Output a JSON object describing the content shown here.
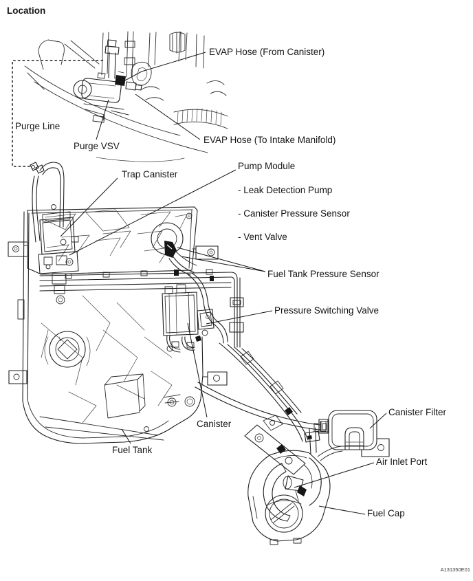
{
  "page": {
    "heading": "Location",
    "figure_code": "A131350E01"
  },
  "colors": {
    "background": "#ffffff",
    "line_art": "#1e1e1e",
    "text": "#141414"
  },
  "labels": {
    "evap_hose_from_canister": "EVAP Hose (From Canister)",
    "purge_line": "Purge Line",
    "purge_vsv": "Purge VSV",
    "evap_hose_to_intake_manifold": "EVAP Hose (To Intake Manifold)",
    "trap_canister": "Trap Canister",
    "pump_module": "Pump Module",
    "pump_module_components": [
      "- Leak Detection Pump",
      "- Canister Pressure Sensor",
      "- Vent Valve"
    ],
    "fuel_tank_pressure_sensor": "Fuel Tank Pressure Sensor",
    "pressure_switching_valve": "Pressure Switching Valve",
    "canister": "Canister",
    "fuel_tank": "Fuel Tank",
    "canister_filter": "Canister Filter",
    "air_inlet_port": "Air Inlet Port",
    "fuel_cap": "Fuel Cap"
  }
}
